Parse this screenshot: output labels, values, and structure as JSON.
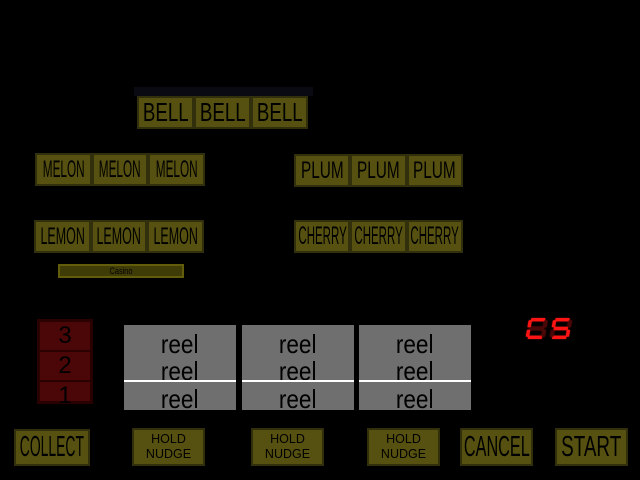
{
  "symbol_rows": {
    "bell": [
      "BELL",
      "BELL",
      "BELL"
    ],
    "melon": [
      "MELON",
      "MELON",
      "MELON"
    ],
    "plum": [
      "PLUM",
      "PLUM",
      "PLUM"
    ],
    "lemon": [
      "LEMON",
      "LEMON",
      "LEMON"
    ],
    "cherry": [
      "CHERRY",
      "CHERRY",
      "CHERRY"
    ]
  },
  "casino": {
    "label": "Casino"
  },
  "winlines": {
    "numbers": [
      "3",
      "2",
      "1"
    ]
  },
  "reels": {
    "columns": [
      [
        "reel",
        "reel",
        "reel"
      ],
      [
        "reel",
        "reel",
        "reel"
      ],
      [
        "reel",
        "reel",
        "reel"
      ]
    ]
  },
  "led": {
    "value": "CS",
    "lit_color": "#ff1414",
    "dim_color": "#4a0707",
    "segmap": {
      "C": "adef",
      "S": "acdfg"
    }
  },
  "buttons": {
    "collect": "COLLECT",
    "holds": [
      {
        "line1": "HOLD",
        "line2": "NUDGE"
      },
      {
        "line1": "HOLD",
        "line2": "NUDGE"
      },
      {
        "line1": "HOLD",
        "line2": "NUDGE"
      }
    ],
    "cancel": "CANCEL",
    "start": "START"
  },
  "colors": {
    "background": "#000000",
    "button_fill": "#565110",
    "button_border": "#32300c",
    "reel_grey": "#6f6f6f",
    "winline_red": "#4b0707"
  }
}
